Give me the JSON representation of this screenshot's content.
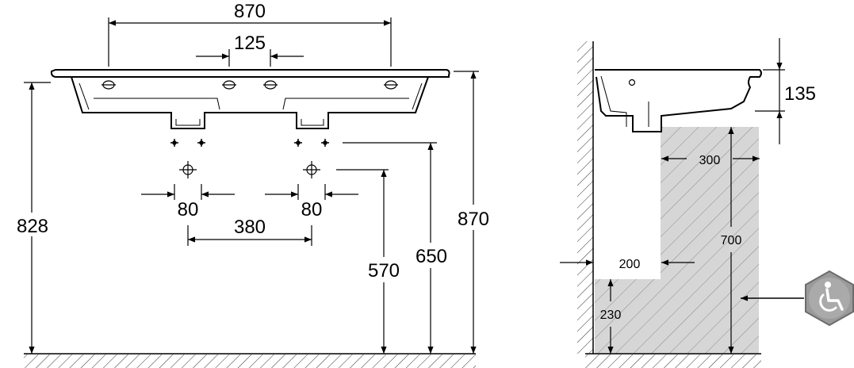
{
  "front_view": {
    "width": "870",
    "tap_spacing": "125",
    "waste_width_left": "80",
    "waste_width_right": "80",
    "waste_spacing": "380",
    "overall_height_left": "828",
    "overall_height_right": "870",
    "waste_height": "570",
    "supply_height": "650"
  },
  "side_view": {
    "basin_depth": "135",
    "clearance_depth": "300",
    "knee_depth": "200",
    "clearance_height": "700",
    "toe_height": "230"
  },
  "accessibility": {
    "icon": "wheelchair-icon",
    "color": "#9a9a9a"
  }
}
